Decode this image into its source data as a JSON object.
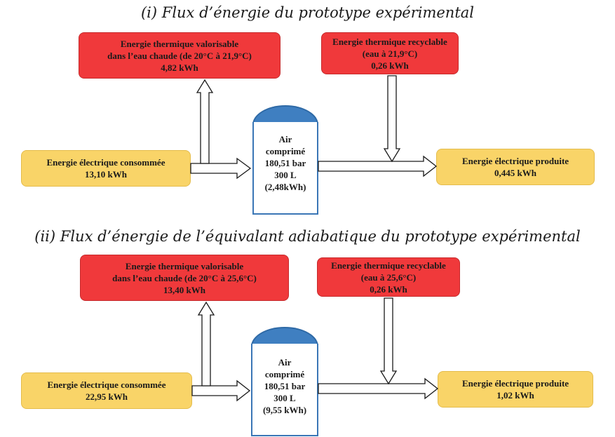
{
  "diagram1": {
    "title": "(i) Flux d’énergie du prototype expérimental",
    "thermal_valorisable": [
      "Energie thermique valorisable",
      "dans l’eau chaude (de 20°C à 21,9°C)",
      "4,82 kWh"
    ],
    "thermal_recyclable": [
      "Energie thermique recyclable",
      "(eau à 21,9°C)",
      "0,26 kWh"
    ],
    "electric_consumed": [
      "Energie électrique consommée",
      "13,10 kWh"
    ],
    "tank": [
      "Air",
      "comprimé",
      "180,51 bar",
      "300 L",
      "(2,48kWh)"
    ],
    "electric_produced": [
      "Energie électrique produite",
      "0,445 kWh"
    ]
  },
  "diagram2": {
    "title": "(ii) Flux d’énergie de l’équivalant adiabatique du prototype expérimental",
    "thermal_valorisable": [
      "Energie thermique valorisable",
      "dans l’eau chaude (de 20°C à 25,6°C)",
      "13,40 kWh"
    ],
    "thermal_recyclable": [
      "Energie thermique recyclable",
      "(eau à 25,6°C)",
      "0,26 kWh"
    ],
    "electric_consumed": [
      "Energie électrique consommée",
      "22,95 kWh"
    ],
    "tank": [
      "Air",
      "comprimé",
      "180,51 bar",
      "300 L",
      "(9,55 kWh)"
    ],
    "electric_produced": [
      "Energie électrique produite",
      "1,02 kWh"
    ]
  },
  "colors": {
    "red_box": "#f0393b",
    "yellow_box": "#f9d468",
    "tank_blue": "#3f7fc1"
  }
}
